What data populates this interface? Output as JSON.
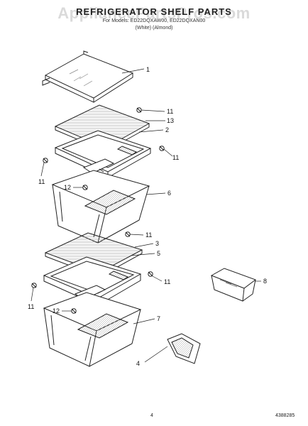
{
  "header": {
    "title": "REFRIGERATOR SHELF PARTS",
    "models_line": "For Models: ED22DQXAW00, ED22DQXAN00",
    "colors_line": "(White)      (Almond)"
  },
  "watermark": "AppliancePartsPros.com",
  "footer": {
    "page_number": "4",
    "document_id": "4388285"
  },
  "callouts": {
    "c1": "1",
    "c11a": "11",
    "c13": "13",
    "c2": "2",
    "c11b": "11",
    "c11c": "11",
    "c12a": "12",
    "c6": "6",
    "c11d": "11",
    "c3": "3",
    "c5": "5",
    "c11e": "11",
    "c8": "8",
    "c11f": "11",
    "c12b": "12",
    "c7": "7",
    "c4": "4"
  }
}
